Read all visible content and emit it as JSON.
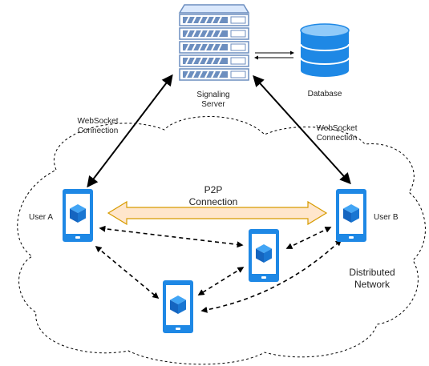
{
  "nodes": {
    "signaling_server": {
      "label_line1": "Signaling",
      "label_line2": "Server",
      "icon": "server-rack-icon"
    },
    "database": {
      "label": "Database",
      "icon": "database-icon"
    },
    "user_a": {
      "label": "User A",
      "icon": "mobile-device-icon"
    },
    "user_b": {
      "label": "User B",
      "icon": "mobile-device-icon"
    },
    "peer_1": {
      "icon": "mobile-device-icon"
    },
    "peer_2": {
      "icon": "mobile-device-icon"
    }
  },
  "edges": {
    "websocket_left": {
      "label_line1": "WebSocket",
      "label_line2": "Connection"
    },
    "websocket_right": {
      "label_line1": "WebSocket",
      "label_line2": "Connection"
    },
    "p2p": {
      "label_line1": "P2P",
      "label_line2": "Connection"
    }
  },
  "regions": {
    "distributed_network": {
      "label_line1": "Distributed",
      "label_line2": "Network"
    }
  },
  "colors": {
    "server_fill": "#dae8fc",
    "server_stroke": "#6c8ebf",
    "device_blue": "#1e88e5",
    "cube_blue": "#1565c0",
    "p2p_fill": "#ffe6cc",
    "p2p_stroke": "#d79b00",
    "line": "#000000"
  }
}
